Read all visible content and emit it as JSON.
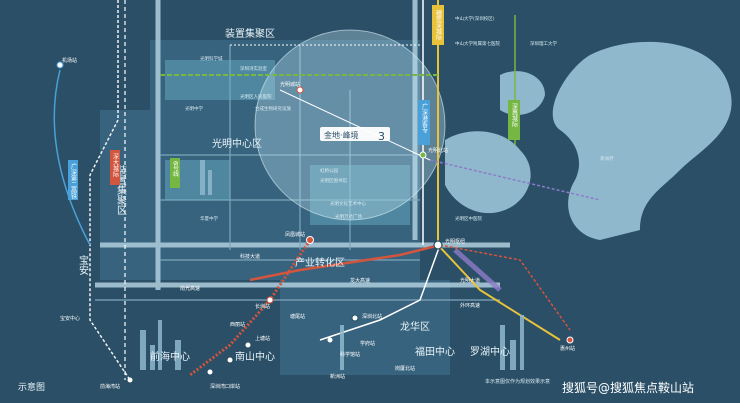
{
  "districts": {
    "zhuangbei_top": "装置集聚区",
    "zhuangbei_left": "装置集聚区",
    "guangming_center": "光明中心区",
    "industry": "产业转化区",
    "baoan": "宝安",
    "longhua": "龙华区",
    "futian_center": "福田中心",
    "luohu_center": "罗湖中心",
    "nanshan_center": "南山中心",
    "qianhai_center": "前海中心"
  },
  "project": {
    "name": "金地·峰境",
    "brand_mark": "3"
  },
  "metro_lines": {
    "guangming_south": "广深港客专",
    "line6": "6号线",
    "yellow_line": "穗莞深城际",
    "green_line": "深惠城际",
    "lingnan": "广深第二高铁",
    "red_line": "深大城际"
  },
  "stations": {
    "guangming_north": "光明北站",
    "guangming_city": "光明城站",
    "fenghuang": "凤凰城站",
    "changzhen": "长圳站",
    "tangwei": "塘尾站",
    "xili": "西丽站",
    "shangtang": "上塘站",
    "shenzhen_north": "深圳北站",
    "xuefu": "学府站",
    "qianhai": "前海湾站",
    "shekou": "深圳湾口岸站",
    "xinchao": "新洲站",
    "gangxia_north": "岗厦北站",
    "keyuan": "科学馆站",
    "airport": "机场站",
    "baoan_center": "宝安中心",
    "guangming_hub": "光明枢纽",
    "huizhou": "惠州站"
  },
  "roads": {
    "guangming_ave": "光明大道",
    "longda": "龙大高速",
    "nanguang": "南光高速",
    "keqi": "科技大道",
    "huanzhong": "外环高速"
  },
  "pois": {
    "zhongshan_univ": "中山大学(深圳校区)",
    "zhongshan_hospital": "中山大学附属第七医院",
    "sci_city": "光明科学城",
    "guangming_hospital": "光明区人民医院",
    "guangming_school": "光明中学",
    "park": "虹桥公园",
    "library": "光明区图书馆",
    "culture": "光明文化艺术中心",
    "school2": "华夏中学",
    "sci_lab": "深圳湾实验室",
    "synchrotron": "合成生物研究设施",
    "market": "光明万达广场",
    "hospital2": "光明区中医院",
    "uni2": "深圳理工大学",
    "lake": "茅洲河"
  },
  "footer": {
    "legend": "示意图",
    "disclaimer": "本示意图仅作为规划效果示意",
    "watermark": "搜狐号@搜狐焦点鞍山站"
  },
  "colors": {
    "background": "#2a4f66",
    "land_light": "#4a7d9a",
    "water": "#8fb8cc",
    "metro_red": "#d2553e",
    "metro_yellow": "#e8c23b",
    "metro_green": "#76b743",
    "metro_blue": "#4aa0d8",
    "metro_purple": "#8e7bc9",
    "bubble": "#bde3f0"
  }
}
